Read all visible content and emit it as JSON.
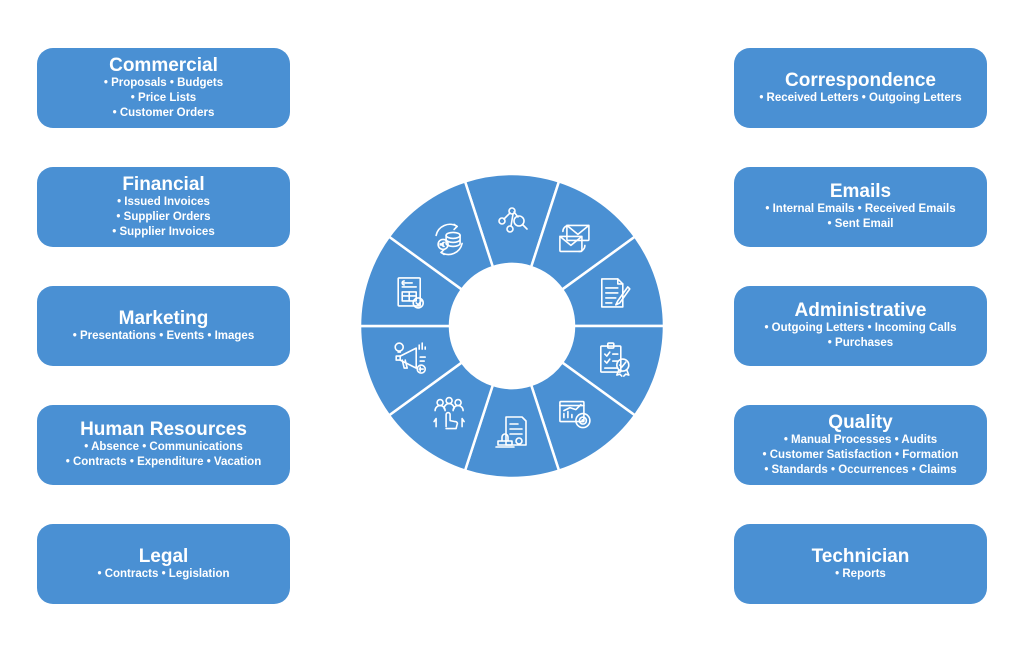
{
  "colors": {
    "card": "#4a90d3",
    "wheel": "#4a90d3",
    "divider": "#ffffff",
    "icon": "#ffffff"
  },
  "left_categories": [
    {
      "title": "Commercial",
      "lines": [
        "• Proposals • Budgets",
        "• Price Lists",
        "• Customer Orders"
      ]
    },
    {
      "title": "Financial",
      "lines": [
        "• Issued Invoices",
        "• Supplier Orders",
        "• Supplier Invoices"
      ]
    },
    {
      "title": "Marketing",
      "lines": [
        "• Presentations • Events • Images"
      ]
    },
    {
      "title": "Human Resources",
      "lines": [
        "• Absence • Communications",
        "• Contracts • Expenditure • Vacation"
      ]
    },
    {
      "title": "Legal",
      "lines": [
        "• Contracts • Legislation"
      ]
    }
  ],
  "right_categories": [
    {
      "title": "Correspondence",
      "lines": [
        "• Received Letters • Outgoing Letters"
      ]
    },
    {
      "title": "Emails",
      "lines": [
        "• Internal Emails • Received Emails",
        "• Sent Email"
      ]
    },
    {
      "title": "Administrative",
      "lines": [
        "• Outgoing Letters • Incoming Calls",
        "• Purchases"
      ]
    },
    {
      "title": "Quality",
      "lines": [
        "• Manual Processes • Audits",
        "• Customer Satisfaction • Formation",
        "• Standards • Occurrences • Claims"
      ]
    },
    {
      "title": "Technician",
      "lines": [
        "• Reports"
      ]
    }
  ],
  "wheel_segments": [
    {
      "name": "commercial",
      "icon": "network-search-icon"
    },
    {
      "name": "correspondence",
      "icon": "envelopes-icon"
    },
    {
      "name": "emails",
      "icon": "document-pen-icon"
    },
    {
      "name": "administrative",
      "icon": "checklist-badge-icon"
    },
    {
      "name": "quality",
      "icon": "chart-target-icon"
    },
    {
      "name": "technician",
      "icon": "stamp-document-icon"
    },
    {
      "name": "legal",
      "icon": "team-hand-icon"
    },
    {
      "name": "human-resources",
      "icon": "megaphone-idea-icon"
    },
    {
      "name": "marketing",
      "icon": "invoice-euro-icon"
    },
    {
      "name": "financial",
      "icon": "coins-cycle-icon"
    }
  ]
}
